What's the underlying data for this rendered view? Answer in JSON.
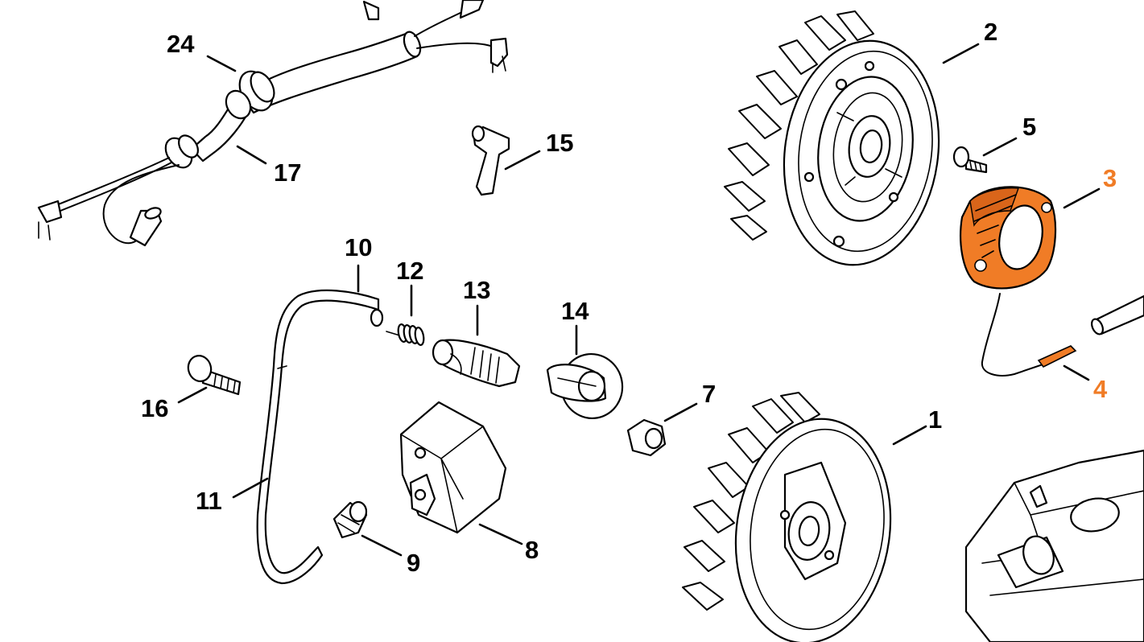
{
  "highlight_color": "#f07c26",
  "line_color": "#000000",
  "background": "#ffffff",
  "callouts": {
    "c1": "1",
    "c2": "2",
    "c3": "3",
    "c4": "4",
    "c5": "5",
    "c7": "7",
    "c8": "8",
    "c9": "9",
    "c10": "10",
    "c11": "11",
    "c12": "12",
    "c13": "13",
    "c14": "14",
    "c15": "15",
    "c16": "16",
    "c17": "17",
    "c24": "24"
  },
  "highlighted_parts": [
    "3",
    "4"
  ]
}
